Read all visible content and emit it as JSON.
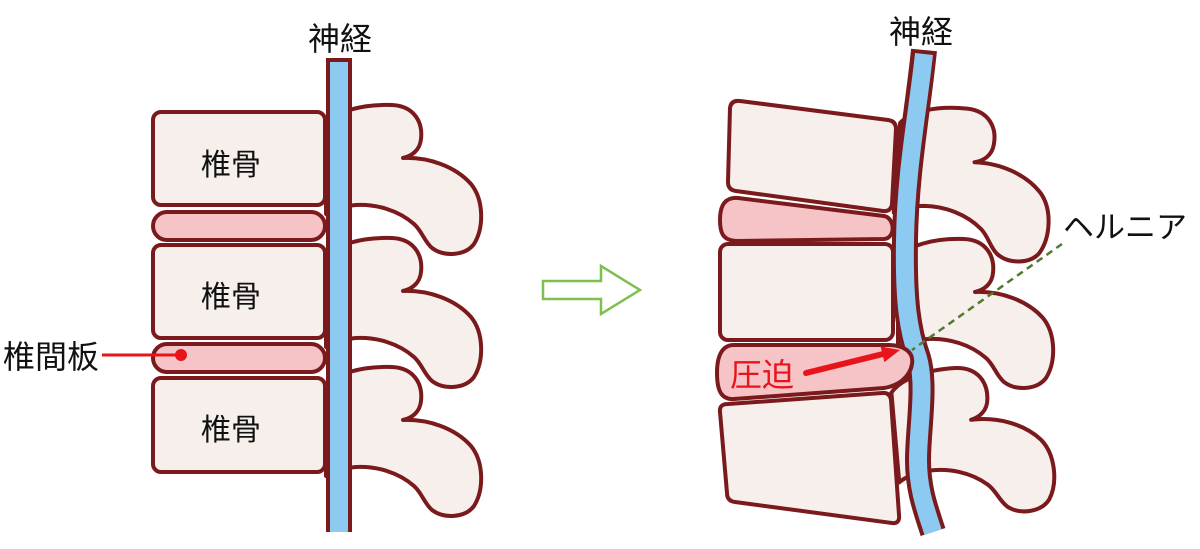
{
  "diagram": {
    "left": {
      "nerve_label": "神経",
      "vertebra_labels": [
        "椎骨",
        "椎骨",
        "椎骨"
      ],
      "disc_label": "椎間板"
    },
    "right": {
      "nerve_label": "神経",
      "hernia_label": "ヘルニア",
      "compression_label": "圧迫"
    }
  },
  "icons": {
    "transition_arrow": "right-arrow-icon"
  },
  "colors": {
    "bone_fill": "#f7efec",
    "outline": "#7a1a1c",
    "disc_fill": "#f6c3c7",
    "nerve": "#8ccaf2",
    "pointer_red": "#e8141c",
    "hernia_line": "#527a2f",
    "arrow_green": "#7ec04f",
    "label_text": "#111111"
  }
}
